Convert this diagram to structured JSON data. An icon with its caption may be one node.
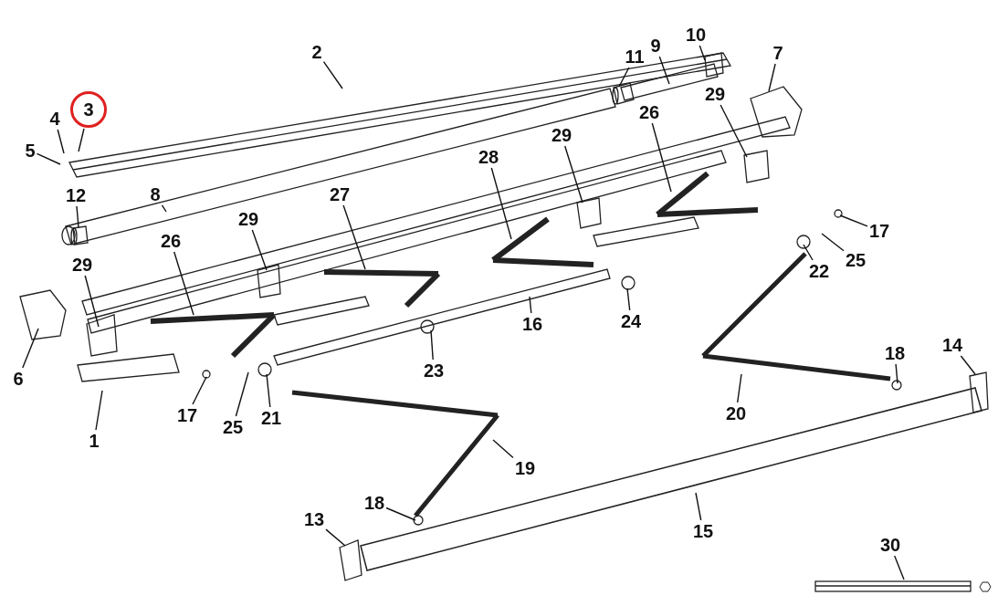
{
  "diagram": {
    "nodes": [
      {
        "text": [
          "2"
        ]
      },
      {
        "text": [
          "10"
        ]
      },
      {
        "text": [
          "9"
        ]
      },
      {
        "text": [
          "7"
        ]
      },
      {
        "text": [
          "11"
        ]
      },
      {
        "text": [
          "29"
        ]
      },
      {
        "text": [
          "3"
        ]
      },
      {
        "text": [
          "4"
        ]
      },
      {
        "text": [
          "26"
        ]
      },
      {
        "text": [
          "29"
        ]
      },
      {
        "text": [
          "5"
        ]
      },
      {
        "text": [
          "28"
        ]
      },
      {
        "text": [
          "8"
        ]
      },
      {
        "text": [
          "27"
        ]
      },
      {
        "text": [
          "12"
        ]
      },
      {
        "text": [
          "29"
        ]
      },
      {
        "text": [
          "17"
        ]
      },
      {
        "text": [
          "26"
        ]
      },
      {
        "text": [
          "25"
        ]
      },
      {
        "text": [
          "29"
        ]
      },
      {
        "text": [
          "22"
        ]
      },
      {
        "text": [
          "24"
        ]
      },
      {
        "text": [
          "16"
        ]
      },
      {
        "text": [
          "14"
        ]
      },
      {
        "text": [
          "18"
        ]
      },
      {
        "text": [
          "23"
        ]
      },
      {
        "text": [
          "6"
        ]
      },
      {
        "text": [
          "20"
        ]
      },
      {
        "text": [
          "17"
        ]
      },
      {
        "text": [
          "21"
        ]
      },
      {
        "text": [
          "25"
        ]
      },
      {
        "text": [
          "1"
        ]
      },
      {
        "text": [
          "19"
        ]
      },
      {
        "text": [
          "18"
        ]
      },
      {
        "text": [
          "13"
        ]
      },
      {
        "text": [
          "15"
        ]
      },
      {
        "text": [
          "30"
        ]
      },
      {
        "text": [],
        "shape": "cylinder"
      },
      {
        "text": [],
        "shape": "cylinder"
      }
    ],
    "edges": [
      {
        "from": 0,
        "to": null,
        "arrow": "none"
      },
      {
        "from": 1,
        "to": null,
        "arrow": "none"
      },
      {
        "from": 2,
        "to": null,
        "arrow": "none"
      },
      {
        "from": 3,
        "to": null,
        "arrow": "none"
      },
      {
        "from": 4,
        "to": 37,
        "arrow": "none"
      },
      {
        "from": 5,
        "to": null,
        "arrow": "none"
      },
      {
        "from": 6,
        "to": null,
        "arrow": "none"
      },
      {
        "from": 7,
        "to": null,
        "arrow": "none"
      },
      {
        "from": 8,
        "to": null,
        "arrow": "none"
      },
      {
        "from": 9,
        "to": null,
        "arrow": "none"
      },
      {
        "from": 10,
        "to": null,
        "arrow": "none"
      },
      {
        "from": 11,
        "to": null,
        "arrow": "none"
      },
      {
        "from": 12,
        "to": null,
        "arrow": "none"
      },
      {
        "from": 13,
        "to": null,
        "arrow": "none"
      },
      {
        "from": 14,
        "to": 38,
        "arrow": "none"
      },
      {
        "from": 15,
        "to": null,
        "arrow": "none"
      },
      {
        "from": 16,
        "to": null,
        "arrow": "none"
      },
      {
        "from": 17,
        "to": null,
        "arrow": "none"
      },
      {
        "from": 18,
        "to": null,
        "arrow": "none"
      },
      {
        "from": 19,
        "to": null,
        "arrow": "none"
      },
      {
        "from": 20,
        "to": null,
        "arrow": "none"
      },
      {
        "from": 21,
        "to": null,
        "arrow": "none"
      },
      {
        "from": 22,
        "to": null,
        "arrow": "none"
      },
      {
        "from": 23,
        "to": null,
        "arrow": "none"
      },
      {
        "from": 24,
        "to": null,
        "arrow": "none"
      },
      {
        "from": 25,
        "to": null,
        "arrow": "none"
      },
      {
        "from": 26,
        "to": null,
        "arrow": "none"
      },
      {
        "from": 27,
        "to": null,
        "arrow": "none"
      },
      {
        "from": 28,
        "to": null,
        "arrow": "none"
      },
      {
        "from": 29,
        "to": null,
        "arrow": "none"
      },
      {
        "from": 30,
        "to": null,
        "arrow": "none"
      },
      {
        "from": 31,
        "to": null,
        "arrow": "none"
      },
      {
        "from": 32,
        "to": null,
        "arrow": "none"
      },
      {
        "from": 33,
        "to": null,
        "arrow": "none"
      },
      {
        "from": 34,
        "to": null,
        "arrow": "none"
      },
      {
        "from": 35,
        "to": null,
        "arrow": "none"
      },
      {
        "from": 36,
        "to": null,
        "arrow": "none"
      }
    ]
  }
}
